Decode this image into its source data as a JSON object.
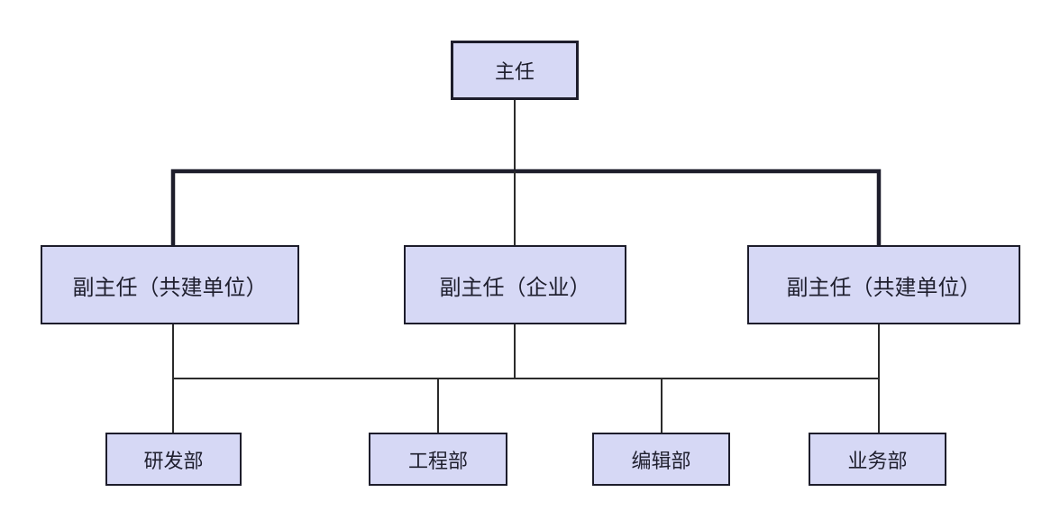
{
  "diagram": {
    "type": "org-chart",
    "levels": [
      {
        "name": "director",
        "nodes": [
          {
            "label": "主任"
          }
        ]
      },
      {
        "name": "deputies",
        "nodes": [
          {
            "label": "副主任（共建单位）"
          },
          {
            "label": "副主任（企业）"
          },
          {
            "label": "副主任（共建单位）"
          }
        ]
      },
      {
        "name": "departments",
        "nodes": [
          {
            "label": "研发部"
          },
          {
            "label": "工程部"
          },
          {
            "label": "编辑部"
          },
          {
            "label": "业务部"
          }
        ]
      }
    ],
    "colors": {
      "background": "#ffffff",
      "node_fill": "#d6d8f5",
      "node_border": "#1d1d2b",
      "connector": "#2b2b2b"
    }
  }
}
